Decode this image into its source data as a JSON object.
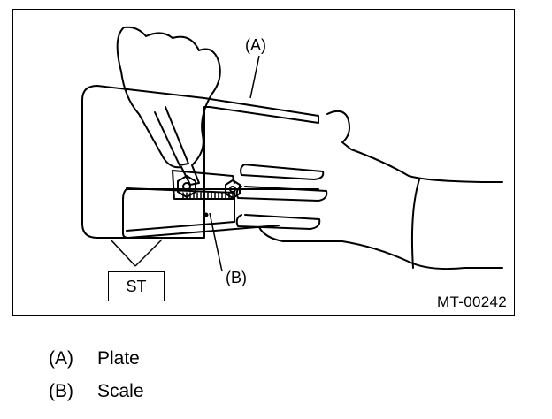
{
  "figure": {
    "callout_a": "(A)",
    "callout_b": "(B)",
    "st_label": "ST",
    "figure_code": "MT-00242",
    "icons": [
      "hand-with-wrench",
      "special-tool-plate",
      "scale-ruler",
      "nut-icon"
    ]
  },
  "legend": {
    "items": [
      {
        "key": "(A)",
        "text": "Plate"
      },
      {
        "key": "(B)",
        "text": "Scale"
      }
    ]
  }
}
